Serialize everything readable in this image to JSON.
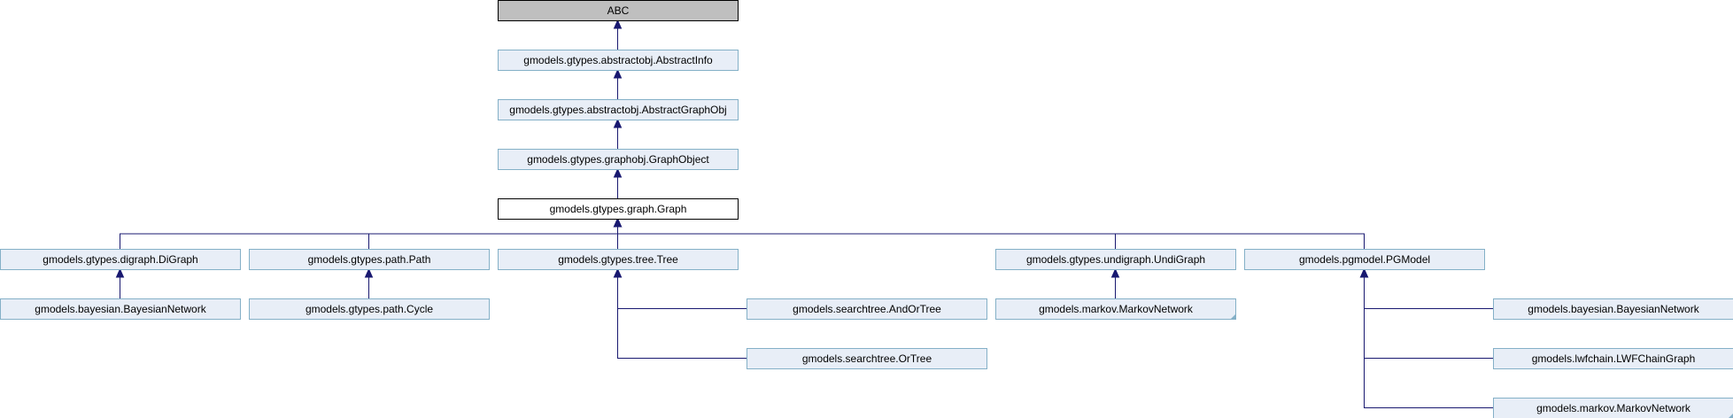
{
  "nodes": [
    {
      "id": "abc",
      "label": "ABC",
      "kind": "root"
    },
    {
      "id": "abstractinfo",
      "label": "gmodels.gtypes.abstractobj.AbstractInfo",
      "kind": "class"
    },
    {
      "id": "abstractgraphobj",
      "label": "gmodels.gtypes.abstractobj.AbstractGraphObj",
      "kind": "class"
    },
    {
      "id": "graphobject",
      "label": "gmodels.gtypes.graphobj.GraphObject",
      "kind": "class"
    },
    {
      "id": "graph",
      "label": "gmodels.gtypes.graph.Graph",
      "kind": "current"
    },
    {
      "id": "digraph",
      "label": "gmodels.gtypes.digraph.DiGraph",
      "kind": "class"
    },
    {
      "id": "path",
      "label": "gmodels.gtypes.path.Path",
      "kind": "class"
    },
    {
      "id": "tree",
      "label": "gmodels.gtypes.tree.Tree",
      "kind": "class"
    },
    {
      "id": "undigraph",
      "label": "gmodels.gtypes.undigraph.UndiGraph",
      "kind": "class"
    },
    {
      "id": "pgmodel",
      "label": "gmodels.pgmodel.PGModel",
      "kind": "class"
    },
    {
      "id": "bayesian1",
      "label": "gmodels.bayesian.BayesianNetwork",
      "kind": "class"
    },
    {
      "id": "cycle",
      "label": "gmodels.gtypes.path.Cycle",
      "kind": "class"
    },
    {
      "id": "andortree",
      "label": "gmodels.searchtree.AndOrTree",
      "kind": "class"
    },
    {
      "id": "ortree",
      "label": "gmodels.searchtree.OrTree",
      "kind": "class"
    },
    {
      "id": "markov1",
      "label": "gmodels.markov.MarkovNetwork",
      "kind": "class"
    },
    {
      "id": "bayesian2",
      "label": "gmodels.bayesian.BayesianNetwork",
      "kind": "class"
    },
    {
      "id": "lwfchain",
      "label": "gmodels.lwfchain.LWFChainGraph",
      "kind": "class"
    },
    {
      "id": "markov2",
      "label": "gmodels.markov.MarkovNetwork",
      "kind": "class"
    }
  ],
  "edges": [
    {
      "from": "abstractinfo",
      "to": "abc"
    },
    {
      "from": "abstractgraphobj",
      "to": "abstractinfo"
    },
    {
      "from": "graphobject",
      "to": "abstractgraphobj"
    },
    {
      "from": "graph",
      "to": "graphobject"
    },
    {
      "from": "digraph",
      "to": "graph"
    },
    {
      "from": "path",
      "to": "graph"
    },
    {
      "from": "tree",
      "to": "graph"
    },
    {
      "from": "undigraph",
      "to": "graph"
    },
    {
      "from": "pgmodel",
      "to": "graph"
    },
    {
      "from": "bayesian1",
      "to": "digraph"
    },
    {
      "from": "cycle",
      "to": "path"
    },
    {
      "from": "andortree",
      "to": "tree"
    },
    {
      "from": "ortree",
      "to": "tree"
    },
    {
      "from": "markov1",
      "to": "undigraph"
    },
    {
      "from": "bayesian2",
      "to": "pgmodel"
    },
    {
      "from": "lwfchain",
      "to": "pgmodel"
    },
    {
      "from": "markov2",
      "to": "pgmodel"
    }
  ],
  "colors": {
    "edge": "#191970",
    "node_fill": "#e8eef7",
    "node_border": "#84b0c7",
    "root_fill": "#bfbfbf",
    "current_fill": "#ffffff"
  }
}
